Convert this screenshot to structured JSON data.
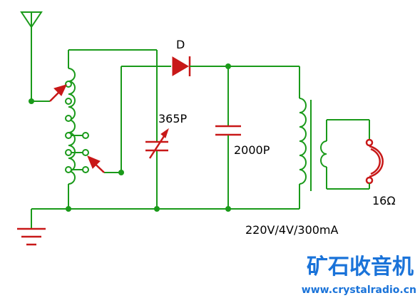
{
  "labels": {
    "diode": "D",
    "variable_capacitor": "365P",
    "capacitor": "2000P",
    "transformer_spec": "220V/4V/300mA",
    "earphone_impedance": "16Ω"
  },
  "watermark": {
    "title": "矿石收音机",
    "url": "www.crystalradio.cn"
  },
  "colors": {
    "wire": "#1a9a1a",
    "component": "#c81818",
    "watermark": "#1a73d9"
  }
}
